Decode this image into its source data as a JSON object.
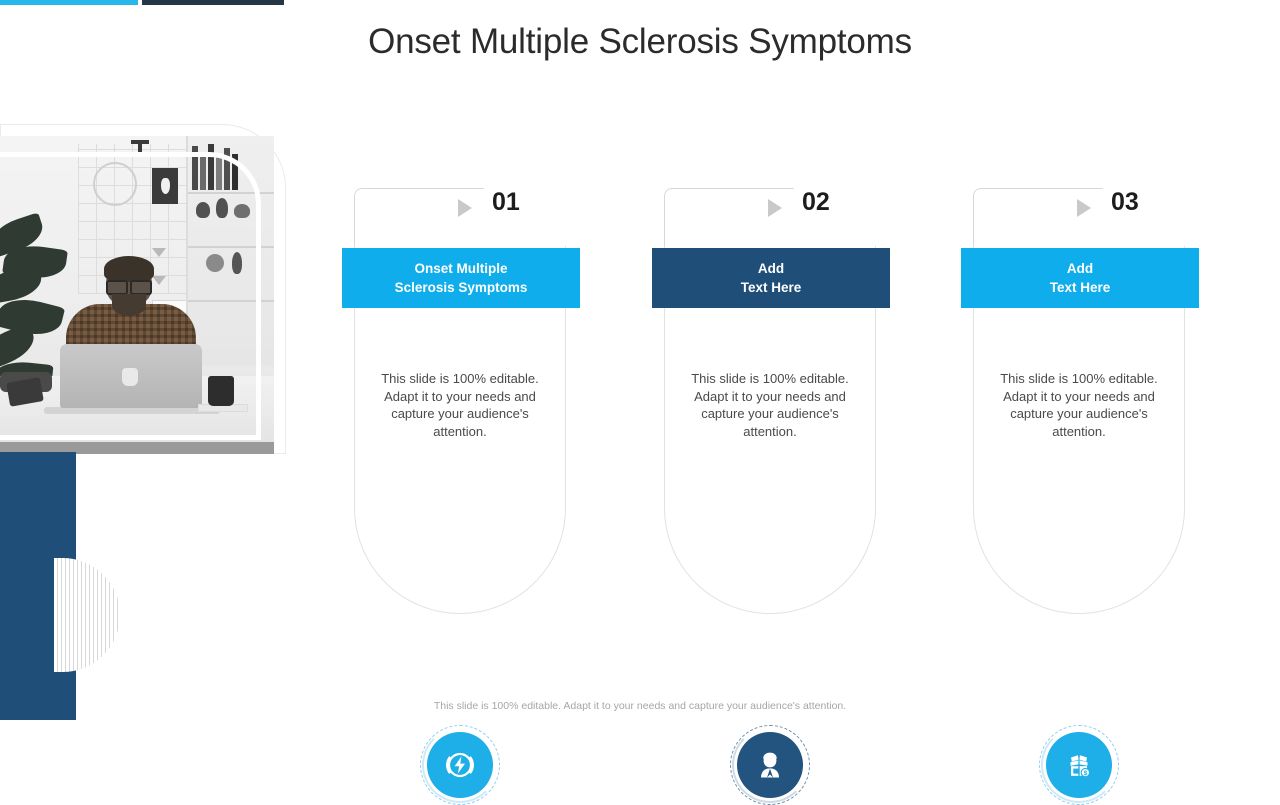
{
  "slide": {
    "title": "Onset Multiple Sclerosis Symptoms",
    "footer_note": "This slide is 100% editable. Adapt it to your needs and capture your audience's attention."
  },
  "colors": {
    "accent_cyan": "#0fadeb",
    "accent_navy": "#1f4e79",
    "topbar_cyan": "#29b6e8",
    "topbar_navy": "#253746",
    "body_text": "#4a4a4a",
    "number_text": "#1d1d1d"
  },
  "photo": {
    "alt": "Man with glasses working on a laptop at a bright office desk beside a plant"
  },
  "cards": [
    {
      "number": "01",
      "header_line1": "Onset Multiple",
      "header_line2": "Sclerosis Symptoms",
      "header_color": "#0fadeb",
      "body": "This slide is 100% editable. Adapt it to your needs and capture your audience's attention.",
      "icon": "lightning-bolt-icon",
      "icon_color": "#1eaee8"
    },
    {
      "number": "02",
      "header_line1": "Add",
      "header_line2": "Text Here",
      "header_color": "#1f4e79",
      "body": "This slide is 100% editable. Adapt it to your needs and capture your audience's attention.",
      "icon": "user-person-icon",
      "icon_color": "#23547f"
    },
    {
      "number": "03",
      "header_line1": "Add",
      "header_line2": "Text Here",
      "header_color": "#0fadeb",
      "body": "This slide is 100% editable. Adapt it to your needs and capture your audience's attention.",
      "icon": "open-box-dollar-icon",
      "icon_color": "#1eaee8"
    }
  ]
}
